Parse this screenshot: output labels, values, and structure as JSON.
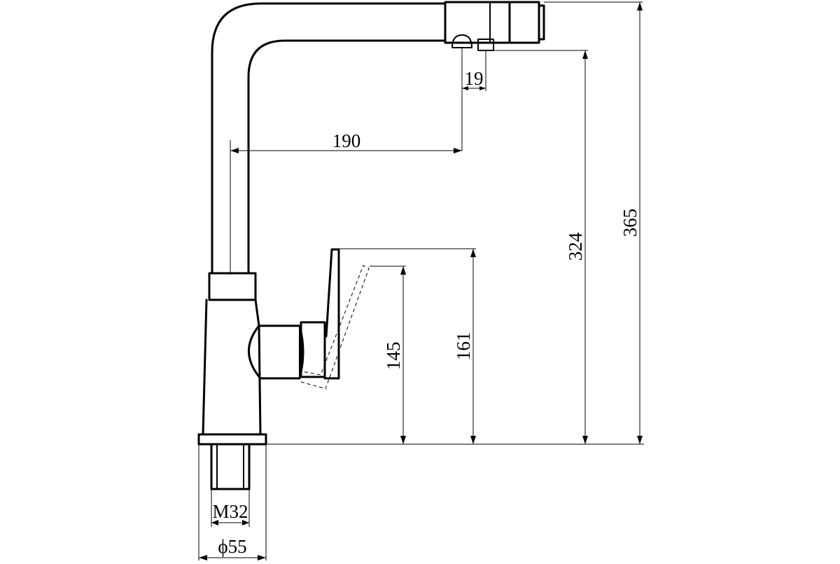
{
  "dimensions": {
    "outlet_offset": "19",
    "spout_reach": "190",
    "lever_height": "145",
    "body_height": "161",
    "outlet_height": "324",
    "total_height": "365",
    "thread": "M32",
    "base_diameter": "ϕ55"
  },
  "colors": {
    "line": "#000000",
    "background": "#ffffff"
  }
}
